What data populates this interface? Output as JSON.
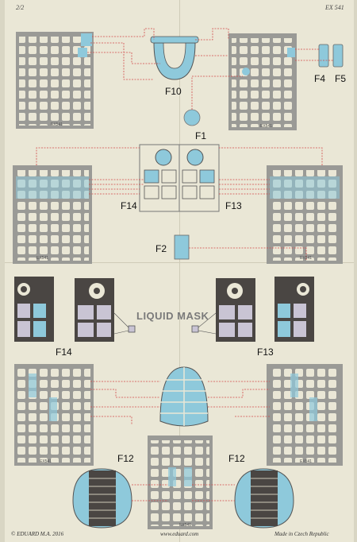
{
  "header": {
    "page": "2/2",
    "code": "EX 541"
  },
  "labels": {
    "f10": "F10",
    "f1": "F1",
    "f4": "F4",
    "f5": "F5",
    "f14_top": "F14",
    "f13_top": "F13",
    "f2": "F2",
    "f14_mid": "F14",
    "f13_mid": "F13",
    "f12_left": "F12",
    "f12_right": "F12"
  },
  "liquid_mask": "LIQUID MASK",
  "frame_marking": "EX541",
  "footer": {
    "copyright": "© EDUARD  M.A. 2016",
    "url": "www.eduard.com",
    "made_in": "Made in Czech Republic"
  },
  "colors": {
    "paper": "#eae7d6",
    "frame": "#9a9a96",
    "mask_blue": "#8ec9db",
    "leader_red": "#d24a4a",
    "dark_mask": "#4a4643"
  }
}
